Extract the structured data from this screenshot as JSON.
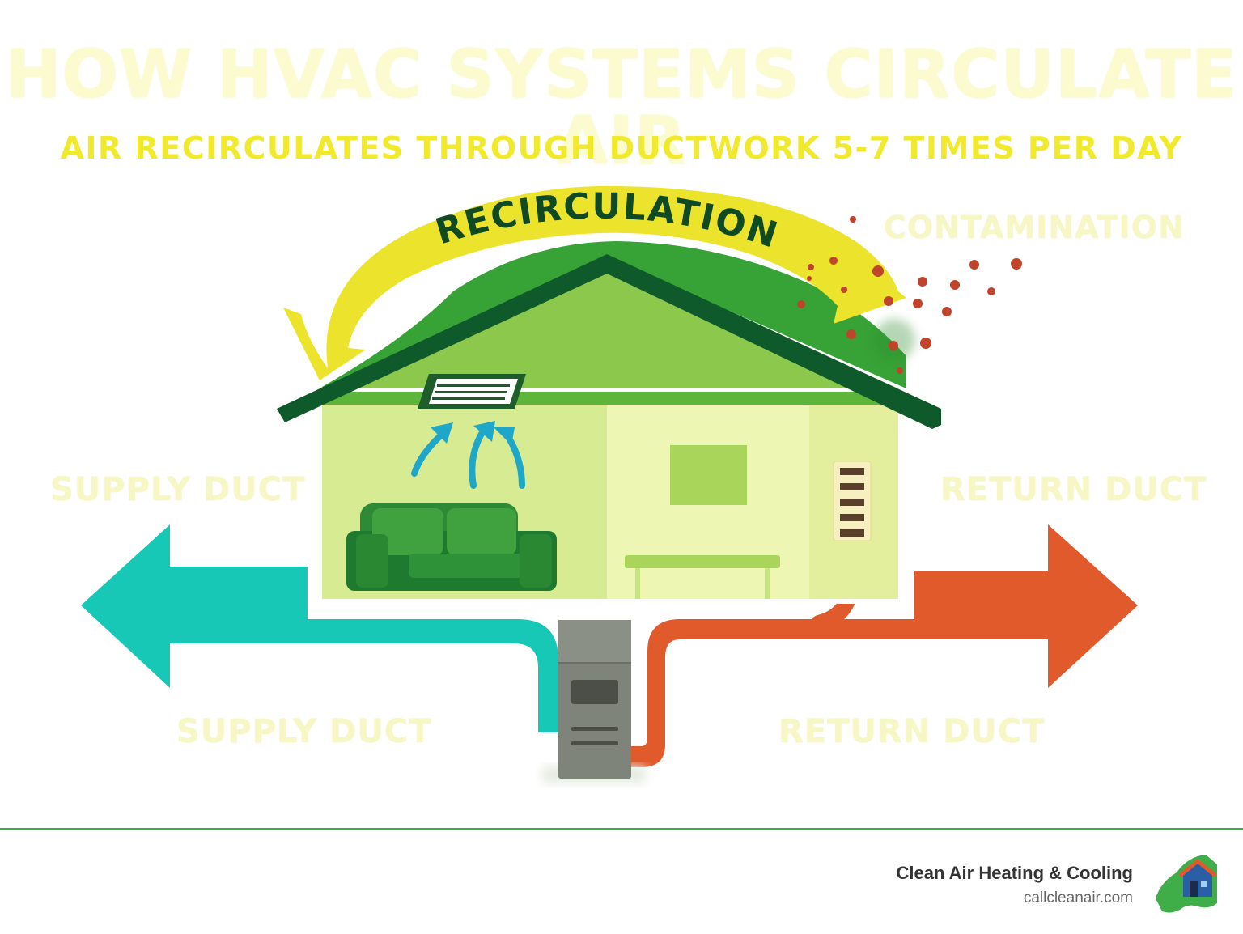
{
  "title": "HOW HVAC SYSTEMS CIRCULATE AIR",
  "subtitle": "AIR RECIRCULATES THROUGH DUCTWORK 5-7 TIMES PER DAY",
  "labels": {
    "recirculation": "RECIRCULATION",
    "contamination": "CONTAMINATION",
    "supply_duct_upper": "SUPPLY DUCT",
    "supply_duct_lower": "SUPPLY DUCT",
    "return_duct_upper": "RETURN DUCT",
    "return_duct_lower": "RETURN DUCT"
  },
  "brand": {
    "name": "Clean Air Heating & Cooling",
    "url": "callcleanair.com"
  },
  "colors": {
    "supply": "#17c8b6",
    "return": "#e05a2b",
    "roof_dark": "#0f5a2a",
    "roof_fill": "#8cc84b",
    "recirculation_arrow": "#ece32c",
    "contaminant": "#c0432b",
    "furnace": "#7f847a",
    "accent_line": "#3fae49"
  },
  "icons": [
    "recirculation-arrow-icon",
    "sofa-icon",
    "vent-icon",
    "return-grille-icon",
    "furnace-icon",
    "contaminant-particles-icon",
    "house-logo-icon"
  ]
}
